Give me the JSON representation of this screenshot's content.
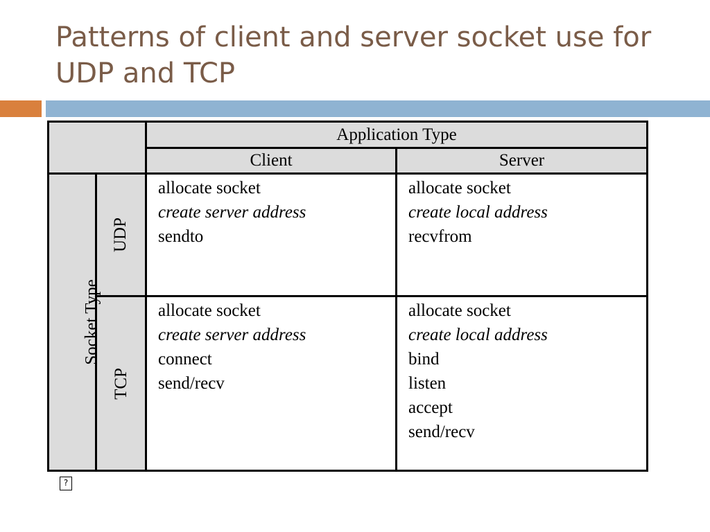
{
  "slide": {
    "title_line1": "Patterns of client and server socket use for",
    "title_line2": "UDP and TCP",
    "title_color": "#7a5c48",
    "accent_orange": "#d9803d",
    "accent_blue": "#8fb3d2",
    "footer_glyph": "?"
  },
  "table": {
    "header": {
      "application_type": "Application Type",
      "client": "Client",
      "server": "Server",
      "socket_type": "Socket Type",
      "udp": "UDP",
      "tcp": "TCP"
    },
    "udp": {
      "client": [
        "allocate socket",
        "create server address",
        "sendto"
      ],
      "server": [
        "allocate socket",
        "create local address",
        "recvfrom"
      ]
    },
    "tcp": {
      "client": [
        "allocate socket",
        "create server address",
        "connect",
        "send/recv"
      ],
      "server": [
        "allocate socket",
        "create local address",
        "bind",
        "listen",
        "accept",
        "send/recv"
      ]
    },
    "header_bg": "#dcdcdc"
  }
}
